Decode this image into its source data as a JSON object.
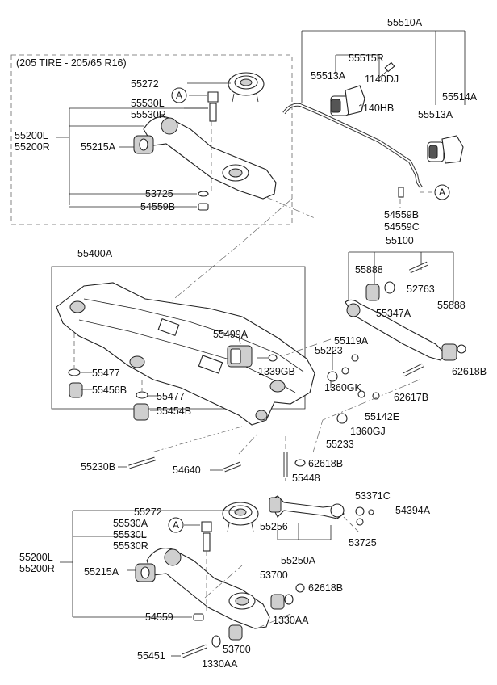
{
  "note": "(205 TIRE - 205/65 R16)",
  "callout": "A",
  "labels": {
    "l55510A": "55510A",
    "l55515R": "55515R",
    "l55513A_1": "55513A",
    "l55514A": "55514A",
    "l55513A_2": "55513A",
    "l1140DJ": "1140DJ",
    "l1140HB": "1140HB",
    "l54559B_1": "54559B",
    "l54559C": "54559C",
    "l55272_1": "55272",
    "l55530L_1": "55530L",
    "l55530R_1": "55530R",
    "l55200L_1": "55200L",
    "l55200R_1": "55200R",
    "l55215A_1": "55215A",
    "l53725_1": "53725",
    "l54559B_2": "54559B",
    "l55100": "55100",
    "l55888_1": "55888",
    "l52763": "52763",
    "l55347A": "55347A",
    "l55888_2": "55888",
    "l55400A": "55400A",
    "l55499A": "55499A",
    "l1339GB": "1339GB",
    "l55119A": "55119A",
    "l55223": "55223",
    "l1360GK": "1360GK",
    "l62618B_1": "62618B",
    "l62617B": "62617B",
    "l55477_1": "55477",
    "l55456B": "55456B",
    "l55477_2": "55477",
    "l55454B": "55454B",
    "l55142E": "55142E",
    "l1360GJ": "1360GJ",
    "l55233": "55233",
    "l55230B": "55230B",
    "l54640": "54640",
    "l62618B_2": "62618B",
    "l55448": "55448",
    "l53371C": "53371C",
    "l54394A": "54394A",
    "l55272_2": "55272",
    "l55530A": "55530A",
    "l55530L_2": "55530L",
    "l55530R_2": "55530R",
    "l55256": "55256",
    "l53725_2": "53725",
    "l55200L_2": "55200L",
    "l55200R_2": "55200R",
    "l55215A_2": "55215A",
    "l55250A": "55250A",
    "l53700_1": "53700",
    "l62618B_3": "62618B",
    "l55559": "54559",
    "l1330AA_1": "1330AA",
    "l55451": "55451",
    "l53700_2": "53700",
    "l1330AA_2": "1330AA"
  }
}
